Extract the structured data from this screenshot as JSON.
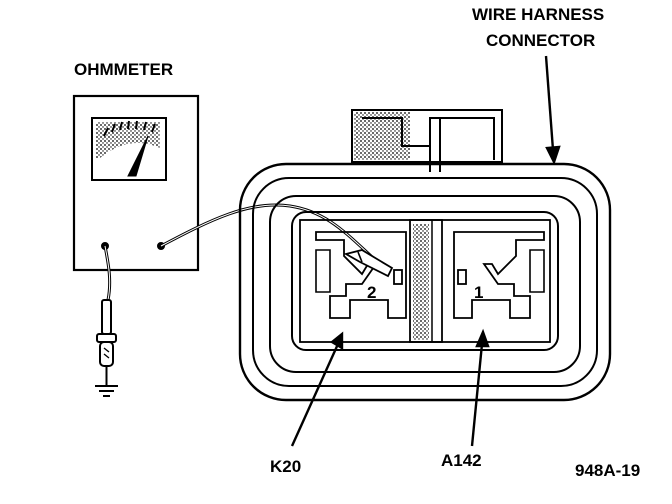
{
  "labels": {
    "ohmmeter": "OHMMETER",
    "harness_line1": "WIRE HARNESS",
    "harness_line2": "CONNECTOR",
    "wire_left": "K20",
    "wire_right": "A142",
    "figure_code": "948A-19",
    "pin_left": "2",
    "pin_right": "1"
  },
  "icons": [
    "ohmmeter-icon",
    "ground-symbol-icon",
    "test-probe-icon",
    "arrow-icon"
  ],
  "colors": {
    "ink": "#000000",
    "paper": "#ffffff"
  }
}
